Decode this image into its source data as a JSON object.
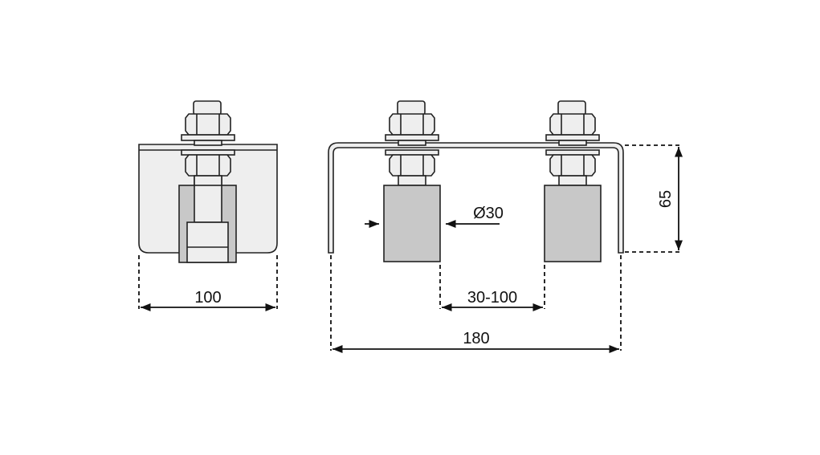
{
  "diagram": {
    "title": "Bracket with guide rollers – dimension drawing",
    "views": [
      {
        "name": "side-view",
        "dimensions": [
          {
            "label": "100",
            "value": 100
          }
        ]
      },
      {
        "name": "front-view",
        "dimensions": [
          {
            "label": "Ø30",
            "value": 30,
            "kind": "roller-diameter"
          },
          {
            "label": "30-100",
            "min": 30,
            "max": 100,
            "kind": "roller-spacing"
          },
          {
            "label": "180",
            "value": 180,
            "kind": "overall-width"
          },
          {
            "label": "65",
            "value": 65,
            "kind": "height"
          }
        ]
      }
    ],
    "colors": {
      "line": "#222222",
      "metal": "#eeeeee",
      "roller": "#c8c8c8"
    }
  }
}
